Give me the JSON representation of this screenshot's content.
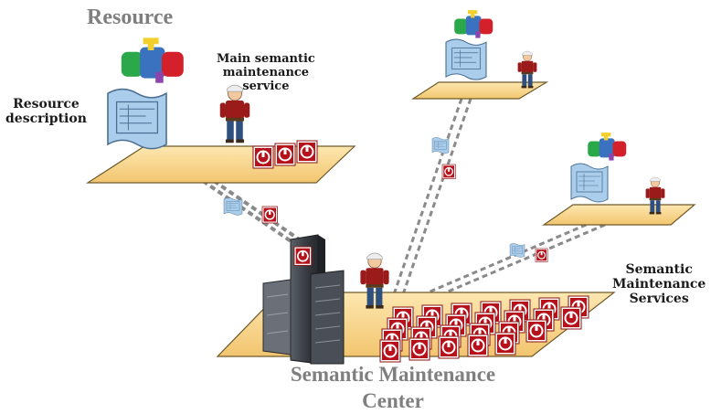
{
  "labels": {
    "resource": "Resource",
    "main_service_line1": "Main semantic",
    "main_service_line2": "maintenance",
    "main_service_line3": "service",
    "resource_description_line1": "Resource",
    "resource_description_line2": "description",
    "services_line1": "Semantic",
    "services_line2": "Maintenance",
    "services_line3": "Services",
    "center_line1": "Semantic Maintenance",
    "center_line2": "Center"
  },
  "colors": {
    "platform_fill": "#f7d58e",
    "platform_edge": "#6e5a2a",
    "link": "#8a8a8a",
    "service_red": "#b5121b",
    "document_blue": "#9fc6e6",
    "puzzle_blue": "#3a72c0",
    "puzzle_green": "#2aa84a",
    "puzzle_red": "#d3202a",
    "puzzle_yellow": "#f2cf2a",
    "server_dark": "#3b3f45",
    "label_gray": "#7f7f7f"
  },
  "icons": [
    "puzzle-icon",
    "document-icon",
    "maintainer-person-icon",
    "service-card-icon",
    "server-icon"
  ]
}
